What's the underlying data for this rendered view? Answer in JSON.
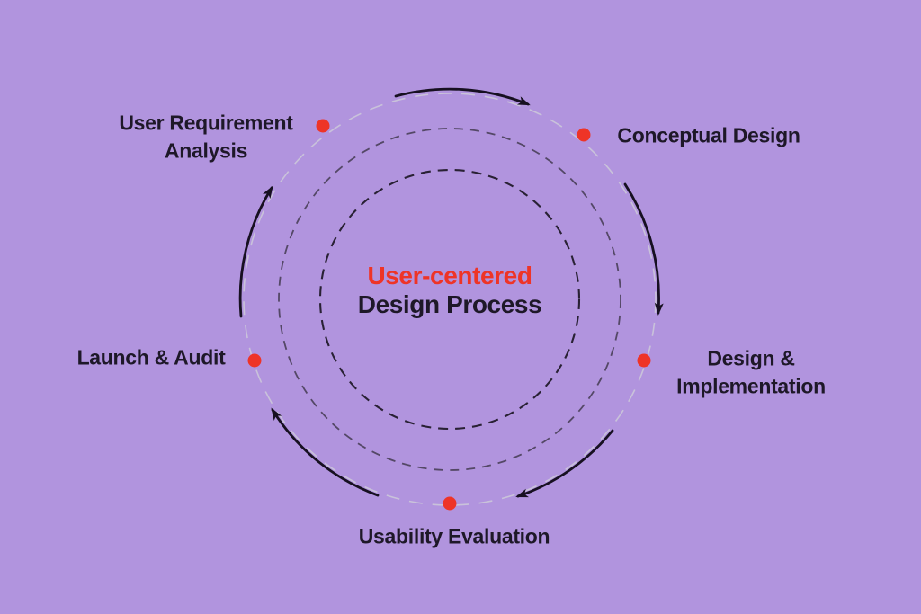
{
  "title": {
    "line1": "User-centered",
    "line2": "Design Process"
  },
  "stages": [
    {
      "label": "User Requirement Analysis"
    },
    {
      "label": "Conceptual Design"
    },
    {
      "label": "Design & Implementation"
    },
    {
      "label": "Usability Evaluation"
    },
    {
      "label": "Launch & Audit"
    }
  ],
  "colors": {
    "background": "#b194de",
    "red": "#ee3427",
    "ink": "#1e1828",
    "circle-outer": "#c9c2da",
    "circle-middle": "#544866",
    "circle-inner": "#292134",
    "arrow": "#171021"
  }
}
